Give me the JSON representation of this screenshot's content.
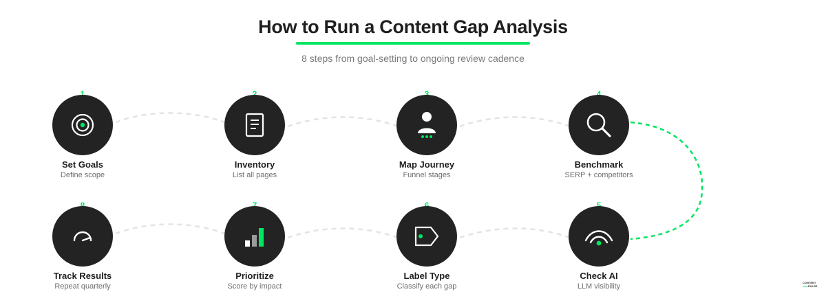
{
  "header": {
    "title": "How to Run a Content Gap Analysis",
    "subtitle": "8 steps from goal-setting to ongoing review cadence"
  },
  "colors": {
    "accent": "#00e560",
    "circle": "#232323",
    "connector": "#e3e3e3"
  },
  "steps": [
    {
      "number": "1",
      "title": "Set Goals",
      "subtitle": "Define scope",
      "icon": "target-icon"
    },
    {
      "number": "2",
      "title": "Inventory",
      "subtitle": "List all pages",
      "icon": "document-icon"
    },
    {
      "number": "3",
      "title": "Map Journey",
      "subtitle": "Funnel stages",
      "icon": "user-icon"
    },
    {
      "number": "4",
      "title": "Benchmark",
      "subtitle": "SERP + competitors",
      "icon": "magnifier-icon"
    },
    {
      "number": "5",
      "title": "Check AI",
      "subtitle": "LLM visibility",
      "icon": "signal-icon"
    },
    {
      "number": "6",
      "title": "Label Type",
      "subtitle": "Classify each gap",
      "icon": "tag-icon"
    },
    {
      "number": "7",
      "title": "Prioritize",
      "subtitle": "Score by impact",
      "icon": "bar-chart-icon"
    },
    {
      "number": "8",
      "title": "Track Results",
      "subtitle": "Repeat quarterly",
      "icon": "gauge-icon"
    }
  ],
  "logo": {
    "line1": "CONTENT",
    "line2": "PULSE"
  }
}
